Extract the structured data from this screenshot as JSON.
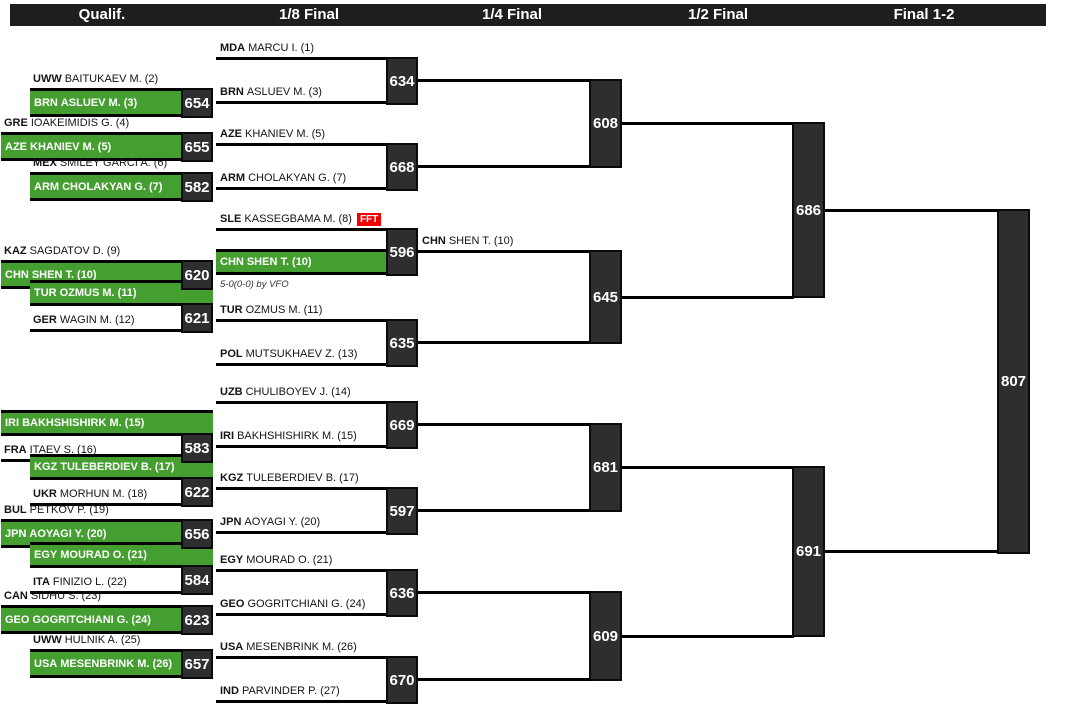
{
  "header": {
    "columns": [
      "Qualif.",
      "1/8 Final",
      "1/4 Final",
      "1/2 Final",
      "Final 1-2"
    ]
  },
  "qualif_matches": [
    {
      "score": "654",
      "top": {
        "country": "UWW",
        "name": "BAITUKAEV M.",
        "seed": "(2)"
      },
      "bottom": {
        "country": "BRN",
        "name": "ASLUEV M.",
        "seed": "(3)",
        "winner": true
      }
    },
    {
      "score": "655",
      "top": {
        "country": "GRE",
        "name": "IOAKEIMIDIS G.",
        "seed": "(4)"
      },
      "bottom": {
        "country": "AZE",
        "name": "KHANIEV M.",
        "seed": "(5)",
        "winner": true
      }
    },
    {
      "score": "582",
      "top": {
        "country": "MEX",
        "name": "SMILEY GARCI A.",
        "seed": "(6)"
      },
      "bottom": {
        "country": "ARM",
        "name": "CHOLAKYAN G.",
        "seed": "(7)",
        "winner": true
      }
    },
    {
      "score": "620",
      "top": {
        "country": "KAZ",
        "name": "SAGDATOV D.",
        "seed": "(9)"
      },
      "bottom": {
        "country": "CHN",
        "name": "SHEN T.",
        "seed": "(10)",
        "winner": true
      }
    },
    {
      "score": "621",
      "top": {
        "country": "TUR",
        "name": "OZMUS M.",
        "seed": "(11)",
        "winner": true
      },
      "bottom": {
        "country": "GER",
        "name": "WAGIN M.",
        "seed": "(12)"
      }
    },
    {
      "score": "583",
      "top": {
        "country": "IRI",
        "name": "BAKHSHISHIRK M.",
        "seed": "(15)",
        "winner": true
      },
      "bottom": {
        "country": "FRA",
        "name": "ITAEV S.",
        "seed": "(16)"
      }
    },
    {
      "score": "622",
      "top": {
        "country": "KGZ",
        "name": "TULEBERDIEV B.",
        "seed": "(17)",
        "winner": true
      },
      "bottom": {
        "country": "UKR",
        "name": "MORHUN M.",
        "seed": "(18)"
      }
    },
    {
      "score": "656",
      "top": {
        "country": "BUL",
        "name": "PETKOV P.",
        "seed": "(19)"
      },
      "bottom": {
        "country": "JPN",
        "name": "AOYAGI Y.",
        "seed": "(20)",
        "winner": true
      }
    },
    {
      "score": "584",
      "top": {
        "country": "EGY",
        "name": "MOURAD O.",
        "seed": "(21)",
        "winner": true
      },
      "bottom": {
        "country": "ITA",
        "name": "FINIZIO L.",
        "seed": "(22)"
      }
    },
    {
      "score": "623",
      "top": {
        "country": "CAN",
        "name": "SIDHU S.",
        "seed": "(23)"
      },
      "bottom": {
        "country": "GEO",
        "name": "GOGRITCHIANI G.",
        "seed": "(24)",
        "winner": true
      }
    },
    {
      "score": "657",
      "top": {
        "country": "UWW",
        "name": "HULNIK A.",
        "seed": "(25)"
      },
      "bottom": {
        "country": "USA",
        "name": "MESENBRINK M.",
        "seed": "(26)",
        "winner": true
      }
    }
  ],
  "r16_matches": [
    {
      "score": "634",
      "top": {
        "country": "MDA",
        "name": "MARCU I.",
        "seed": "(1)"
      },
      "bottom": {
        "country": "BRN",
        "name": "ASLUEV M.",
        "seed": "(3)"
      }
    },
    {
      "score": "668",
      "top": {
        "country": "AZE",
        "name": "KHANIEV M.",
        "seed": "(5)"
      },
      "bottom": {
        "country": "ARM",
        "name": "CHOLAKYAN G.",
        "seed": "(7)"
      }
    },
    {
      "score": "596",
      "top": {
        "country": "SLE",
        "name": "KASSEGBAMA M.",
        "seed": "(8)",
        "tag": "FFT"
      },
      "bottom": {
        "country": "CHN",
        "name": "SHEN T.",
        "seed": "(10)",
        "winner": true
      },
      "note": "5-0(0-0) by VFO"
    },
    {
      "score": "635",
      "top": {
        "country": "TUR",
        "name": "OZMUS M.",
        "seed": "(11)"
      },
      "bottom": {
        "country": "POL",
        "name": "MUTSUKHAEV Z.",
        "seed": "(13)"
      }
    },
    {
      "score": "669",
      "top": {
        "country": "UZB",
        "name": "CHULIBOYEV J.",
        "seed": "(14)"
      },
      "bottom": {
        "country": "IRI",
        "name": "BAKHSHISHIRK M.",
        "seed": "(15)"
      }
    },
    {
      "score": "597",
      "top": {
        "country": "KGZ",
        "name": "TULEBERDIEV B.",
        "seed": "(17)"
      },
      "bottom": {
        "country": "JPN",
        "name": "AOYAGI Y.",
        "seed": "(20)"
      }
    },
    {
      "score": "636",
      "top": {
        "country": "EGY",
        "name": "MOURAD O.",
        "seed": "(21)"
      },
      "bottom": {
        "country": "GEO",
        "name": "GOGRITCHIANI G.",
        "seed": "(24)"
      }
    },
    {
      "score": "670",
      "top": {
        "country": "USA",
        "name": "MESENBRINK M.",
        "seed": "(26)"
      },
      "bottom": {
        "country": "IND",
        "name": "PARVINDER P.",
        "seed": "(27)"
      }
    }
  ],
  "qf_matches": [
    {
      "score": "608"
    },
    {
      "score": "645",
      "advancer": {
        "country": "CHN",
        "name": "SHEN T.",
        "seed": "(10)"
      }
    },
    {
      "score": "681"
    },
    {
      "score": "609"
    }
  ],
  "sf_matches": [
    {
      "score": "686"
    },
    {
      "score": "691"
    }
  ],
  "final_match": {
    "score": "807"
  },
  "colors": {
    "green": "#449e30",
    "box": "#2e2e30",
    "red": "#f20000",
    "header": "#1e1e1e",
    "line": "#000000"
  }
}
